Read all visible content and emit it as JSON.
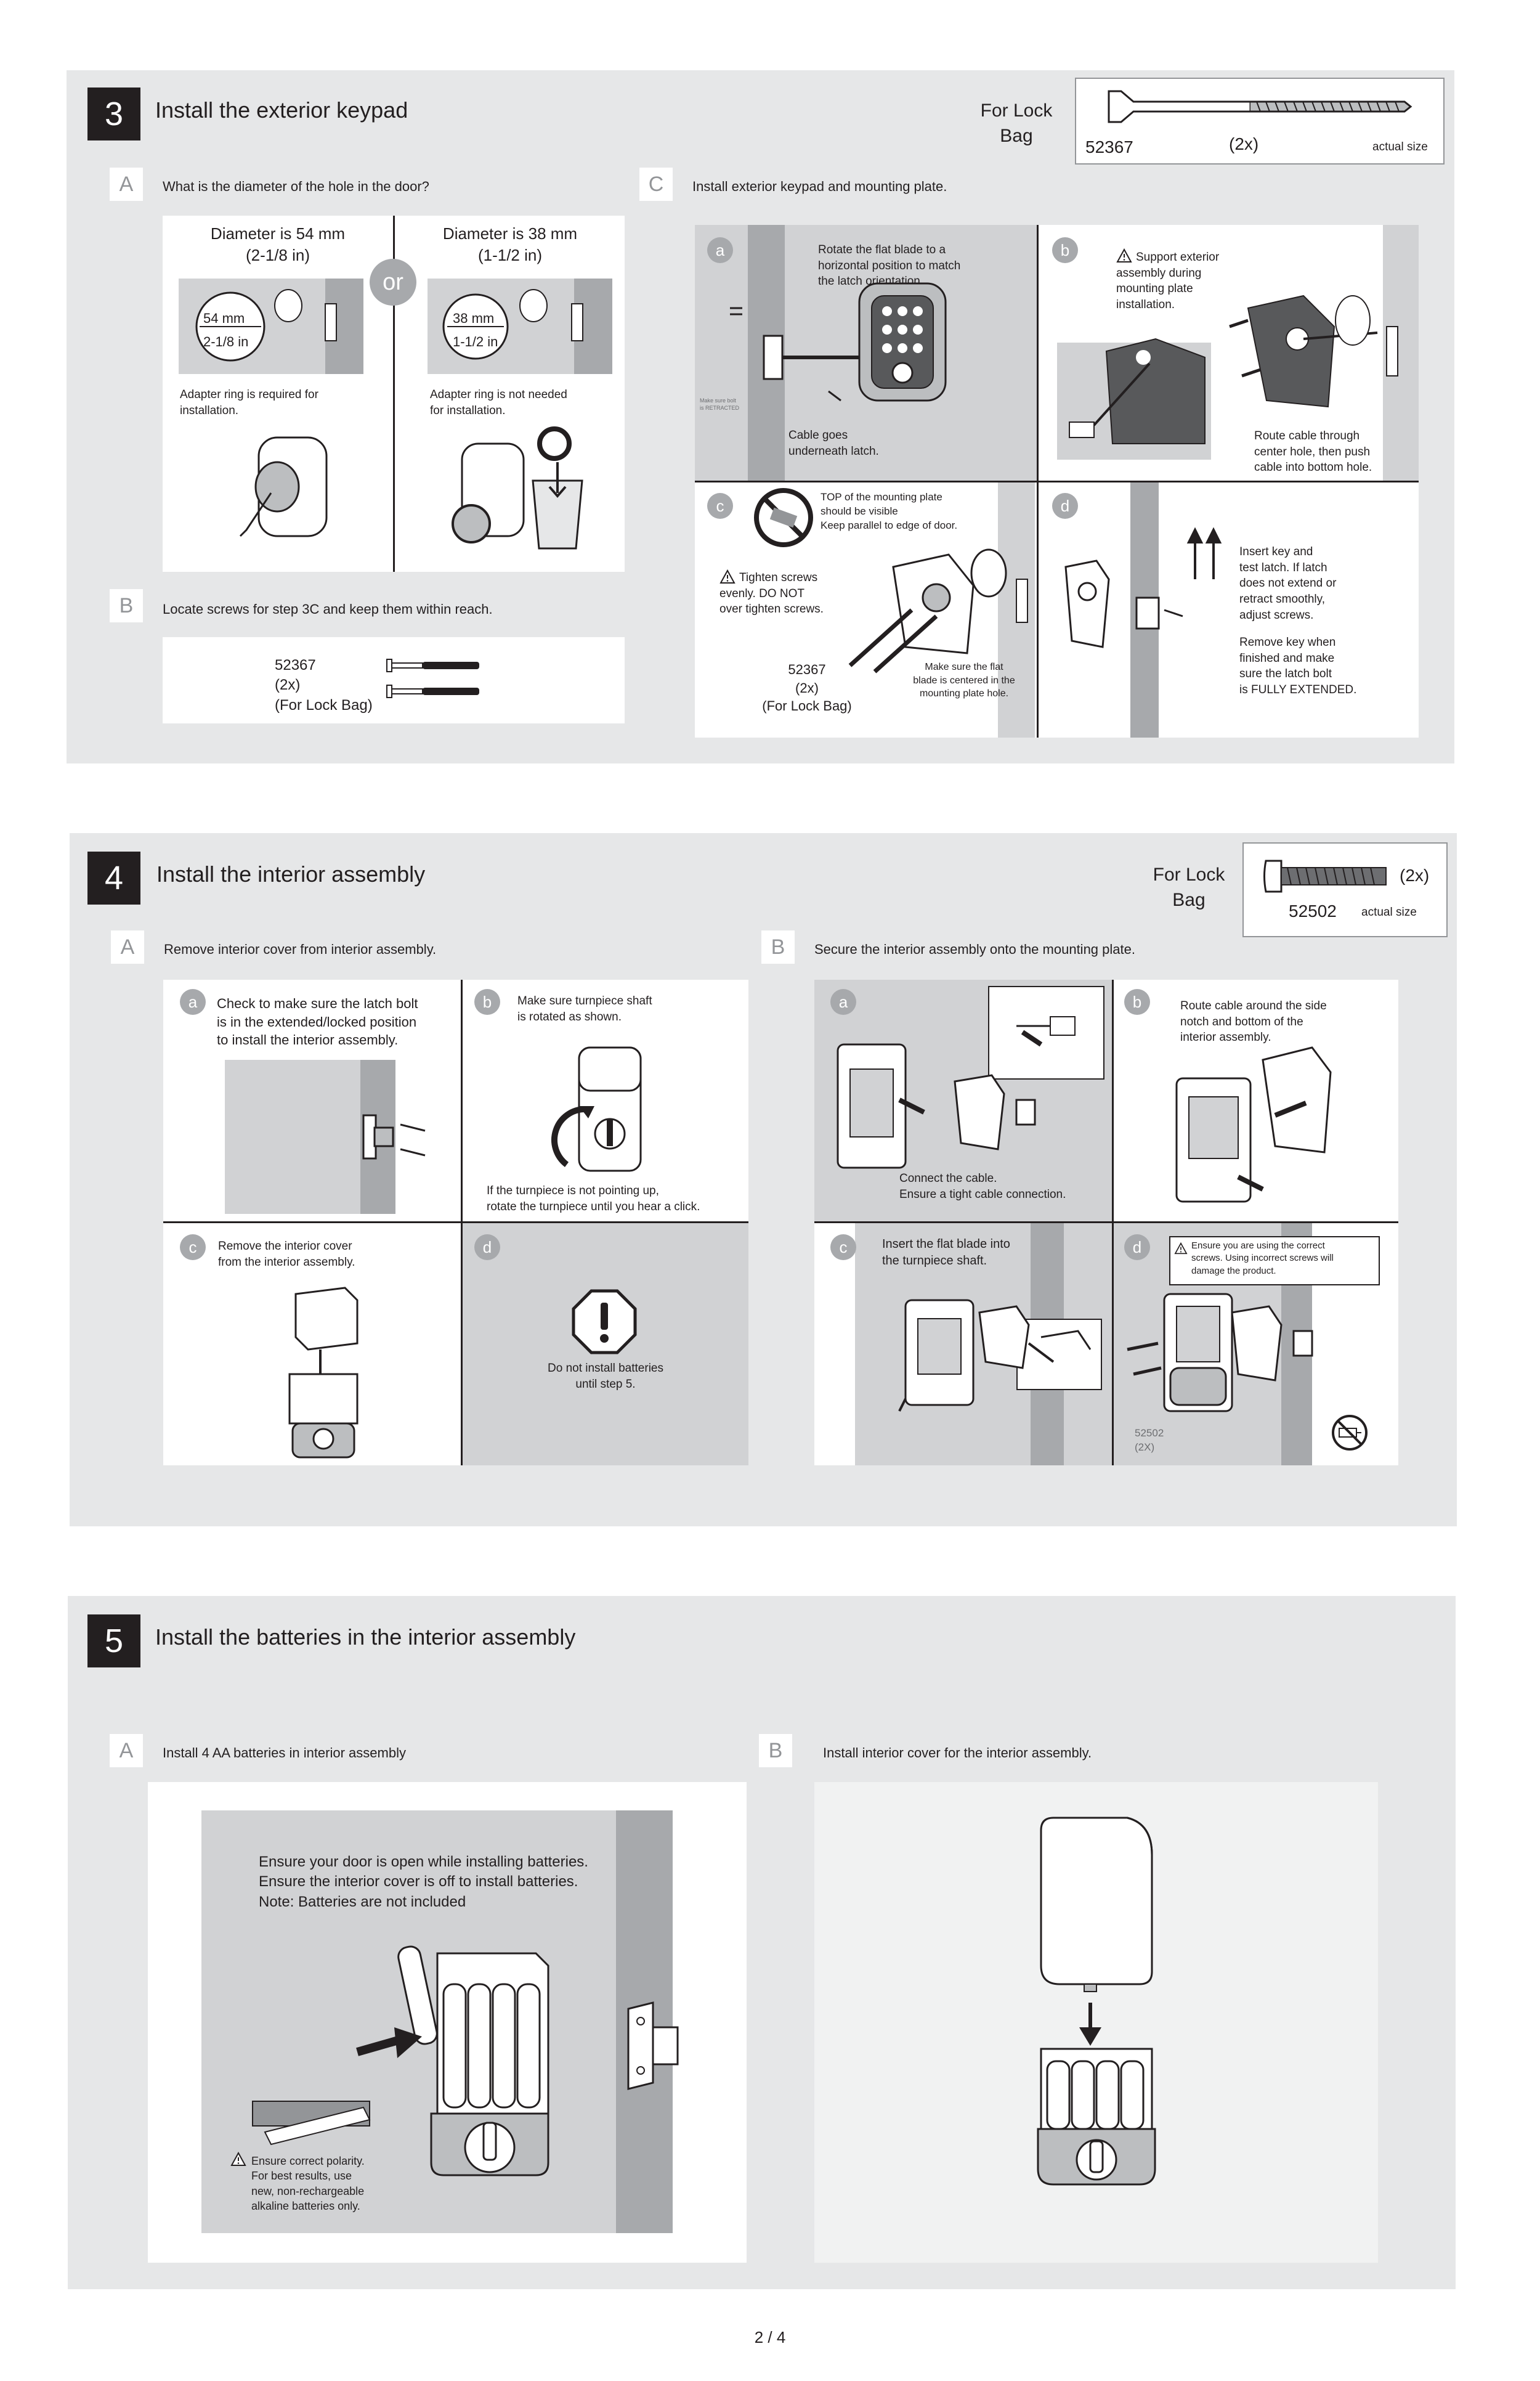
{
  "step3": {
    "number": "3",
    "title": "Install the exterior keypad",
    "bag": {
      "label": "For Lock\nBag",
      "code": "52367",
      "qty": "(2x)",
      "size": "actual size"
    },
    "A": {
      "letter": "A",
      "text": "What is the diameter of the hole in the door?",
      "left": {
        "title": "Diameter is 54 mm\n(2-1/8 in)",
        "mm": "54 mm",
        "in": "2-1/8 in",
        "note": "Adapter ring is required for\ninstallation."
      },
      "or": "or",
      "right": {
        "title": "Diameter is 38 mm\n(1-1/2 in)",
        "mm": "38 mm",
        "in": "1-1/2 in",
        "note": "Adapter ring is not needed\nfor installation."
      }
    },
    "B": {
      "letter": "B",
      "text": "Locate screws for step 3C and keep them within reach.",
      "screw": "52367\n(2x)\n(For Lock Bag)"
    },
    "C": {
      "letter": "C",
      "text": "Install exterior keypad and mounting plate.",
      "a": {
        "badge": "a",
        "text1": "Rotate the flat blade to a\nhorizontal position to match\nthe latch orientation.",
        "text2": "Cable goes\nunderneath latch.",
        "tiny": "Make sure bolt\nis RETRACTED"
      },
      "b": {
        "badge": "b",
        "text1": "Support exterior\nassembly during\nmounting plate\ninstallation.",
        "text2": "Route cable through\ncenter hole, then push\ncable into bottom hole."
      },
      "c": {
        "badge": "c",
        "text1": "TOP of the mounting plate\nshould be visible\nKeep parallel to edge of door.",
        "text2": "Tighten screws\nevenly.  DO NOT\nover tighten screws.",
        "text3": "52367\n(2x)\n(For Lock Bag)",
        "text4": "Make sure the flat\nblade is centered in the\nmounting plate hole."
      },
      "d": {
        "badge": "d",
        "text1": "Insert key and\ntest latch. If latch\ndoes not extend or\nretract smoothly,\nadjust screws.",
        "text2": "Remove key when\nfinished and make\nsure the latch bolt\nis FULLY EXTENDED."
      }
    }
  },
  "step4": {
    "number": "4",
    "title": "Install the interior assembly",
    "bag": {
      "label": "For Lock\nBag",
      "code": "52502",
      "qty": "(2x)",
      "size": "actual size"
    },
    "A": {
      "letter": "A",
      "text": "Remove interior cover from interior assembly.",
      "a": {
        "badge": "a",
        "text": "Check to make sure the latch bolt\nis in the extended/locked position\nto install the interior assembly."
      },
      "b": {
        "badge": "b",
        "text1": "Make sure turnpiece shaft\nis rotated as shown.",
        "text2": "If the turnpiece is not pointing up,\nrotate the turnpiece until you hear a click."
      },
      "c": {
        "badge": "c",
        "text": "Remove the interior cover\nfrom the interior assembly."
      },
      "d": {
        "badge": "d",
        "text": "Do not install  batteries\nuntil step 5."
      }
    },
    "B": {
      "letter": "B",
      "text": "Secure the interior assembly onto the mounting plate.",
      "a": {
        "badge": "a",
        "text": "Connect the cable.\nEnsure a tight cable connection."
      },
      "b": {
        "badge": "b",
        "text": "Route cable around the side\nnotch and bottom of the\ninterior assembly."
      },
      "c": {
        "badge": "c",
        "text": "Insert the flat blade into\nthe turnpiece shaft."
      },
      "d": {
        "badge": "d",
        "text1": "Ensure you are using the correct\nscrews. Using incorrect screws will\ndamage the product.",
        "text2": "52502\n(2X)"
      }
    }
  },
  "step5": {
    "number": "5",
    "title": "Install the batteries in the interior assembly",
    "A": {
      "letter": "A",
      "text": "Install 4 AA batteries in interior assembly",
      "text1": "Ensure your door is open while installing batteries.\nEnsure the interior cover is off to install batteries.\nNote: Batteries are not included",
      "text2": "Ensure correct polarity.\nFor best results, use\nnew, non-rechargeable\nalkaline batteries only."
    },
    "B": {
      "letter": "B",
      "text": "Install interior cover for the interior assembly."
    }
  },
  "footer": {
    "page": "2 / 4"
  }
}
